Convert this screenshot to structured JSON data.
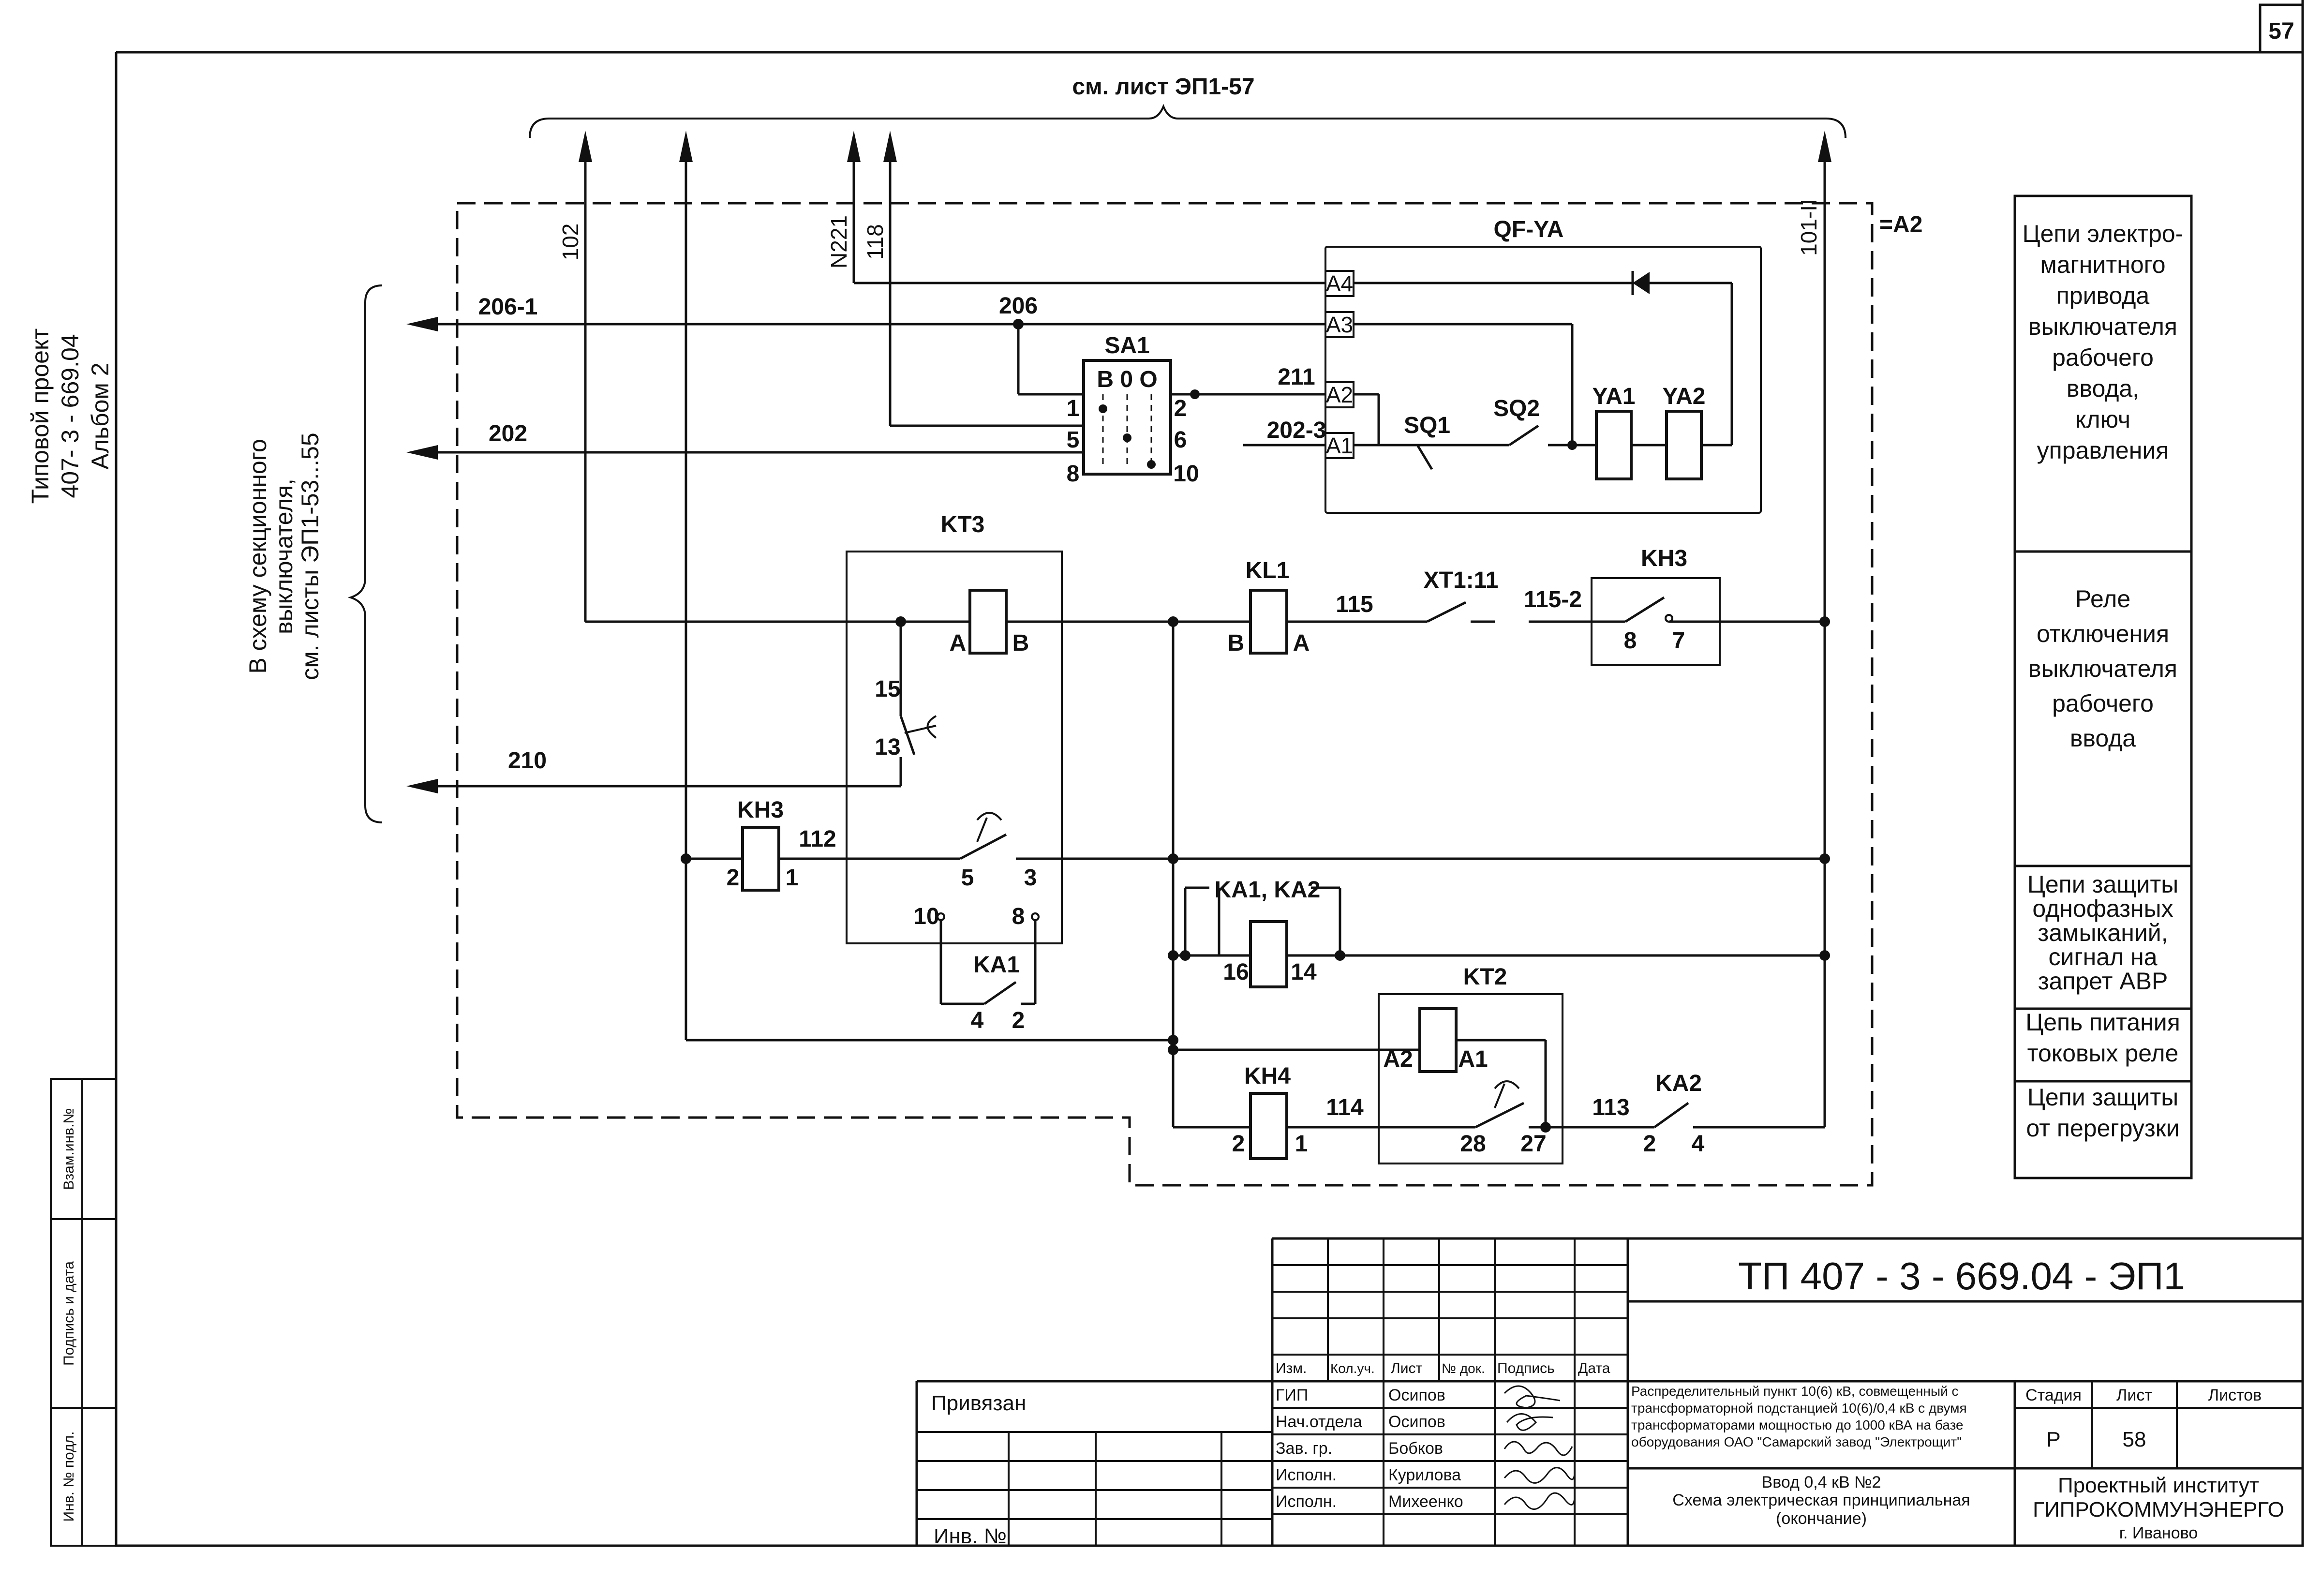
{
  "sheet_number": "57",
  "header_ref": "см. лист ЭП1-57",
  "frame": {
    "project_line1": "Типовой проект",
    "project_line2": "407- 3 - 669.04",
    "project_line3": "Альбом 2",
    "margin_cells": [
      "Взам.инв.№",
      "Подпись и дата",
      "Инв. № подл."
    ]
  },
  "left_brace_text": [
    "В схему секционного",
    "выключателя,",
    "см. листы ЭП1-53...55"
  ],
  "wire_labels": {
    "w102": "102",
    "wN221": "N221",
    "w118": "118",
    "w101": "101-II",
    "w206_1": "206-1",
    "w206": "206",
    "w202": "202",
    "w210": "210",
    "w211": "211",
    "w202_3": "202-3",
    "w115": "115",
    "w115_2": "115-2",
    "w112": "112",
    "w114": "114",
    "w113": "113",
    "xt1": "XT1:11"
  },
  "assembly_tag": "=A2",
  "components": {
    "qf_ya": "QF-YA",
    "a4": "A4",
    "a3": "A3",
    "a2": "A2",
    "a1": "A1",
    "sq1": "SQ1",
    "sq2": "SQ2",
    "ya1": "YA1",
    "ya2": "YA2",
    "sa1": "SA1",
    "sa1_header": "В 0 О",
    "sa1_pins": [
      "1",
      "5",
      "8",
      "2",
      "6",
      "10"
    ],
    "kt3": "KT3",
    "kt3_a": "A",
    "kt3_b": "B",
    "kt3_p15": "15",
    "kt3_p13": "13",
    "kt3_p5": "5",
    "kt3_p3": "3",
    "kt3_p10": "10",
    "kt3_p8": "8",
    "kl1": "KL1",
    "kl1_b": "B",
    "kl1_a": "A",
    "kh3_top": "KH3",
    "kh3_top_p8": "8",
    "kh3_top_p7": "7",
    "kh3_left": "KH3",
    "kh3_left_p2": "2",
    "kh3_left_p1": "1",
    "ka1": "KA1",
    "ka1_p4": "4",
    "ka1_p2": "2",
    "ka12": "KA1, KA2",
    "ka12_p16": "16",
    "ka12_p14": "14",
    "kt2": "KT2",
    "kt2_a2": "A2",
    "kt2_a1": "A1",
    "kt2_p28": "28",
    "kt2_p27": "27",
    "kh4": "KH4",
    "kh4_p2": "2",
    "kh4_p1": "1",
    "ka2": "KA2",
    "ka2_p2": "2",
    "ka2_p4": "4"
  },
  "right_sections": [
    {
      "lines": [
        "Цепи электро-",
        "магнитного",
        "привода",
        "выключателя",
        "рабочего",
        "ввода,",
        "ключ",
        "управления"
      ]
    },
    {
      "lines": [
        "Реле",
        "отключения",
        "выключателя",
        "рабочего",
        "ввода"
      ]
    },
    {
      "lines": [
        "Цепи защиты",
        "однофазных",
        "замыканий,",
        "сигнал на",
        "запрет АВР"
      ]
    },
    {
      "lines": [
        "Цепь питания",
        "токовых реле"
      ]
    },
    {
      "lines": [
        "Цепи защиты",
        "от перегрузки"
      ]
    }
  ],
  "title_block": {
    "doc_code": "ТП  407 - 3 -  669.04 - ЭП1",
    "privyazan": "Привязан",
    "inv_no": "Инв. №",
    "col_headers": [
      "Изм.",
      "Кол.уч.",
      "Лист",
      "№ док.",
      "Подпись",
      "Дата"
    ],
    "staff": [
      {
        "role": "ГИП",
        "name": "Осипов"
      },
      {
        "role": "Нач.отдела",
        "name": "Осипов"
      },
      {
        "role": "Зав. гр.",
        "name": "Бобков"
      },
      {
        "role": "Исполн.",
        "name": "Курилова"
      },
      {
        "role": "Исполн.",
        "name": "Михеенко"
      }
    ],
    "object_desc": [
      "Распределительный пункт 10(6) кВ, совмещенный с",
      "трансформаторной подстанцией 10(6)/0,4 кВ с двумя",
      "трансформаторами мощностью до 1000 кВА на базе",
      "оборудования ОАО \"Самарский завод \"Электрощит\""
    ],
    "drawing_title": [
      "Ввод 0,4 кВ №2",
      "Схема электрическая принципиальная",
      "(окончание)"
    ],
    "stage_header": "Стадия",
    "sheet_header": "Лист",
    "sheets_header": "Листов",
    "stage": "Р",
    "sheet": "58",
    "sheets": "",
    "org": [
      "Проектный институт",
      "ГИПРОКОММУНЭНЕРГО",
      "г. Иваново"
    ]
  }
}
